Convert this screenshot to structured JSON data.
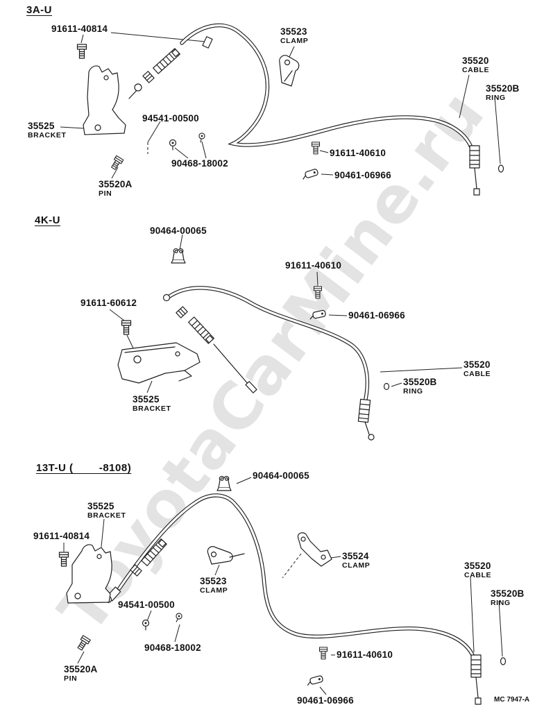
{
  "page": {
    "watermark": "ToyotaCarMine.ru",
    "footer_code": "MC 7947-A"
  },
  "sections": [
    {
      "header": "3A-U",
      "labels": [
        {
          "part_no": "91611-40814"
        },
        {
          "part_no": "35523",
          "part_name": "CLAMP"
        },
        {
          "part_no": "35520",
          "part_name": "CABLE"
        },
        {
          "part_no": "35520B",
          "part_name": "RING"
        },
        {
          "part_no": "94541-00500"
        },
        {
          "part_no": "35525",
          "part_name": "BRACKET"
        },
        {
          "part_no": "90468-18002"
        },
        {
          "part_no": "91611-40610"
        },
        {
          "part_no": "90461-06966"
        },
        {
          "part_no": "35520A",
          "part_name": "PIN"
        }
      ]
    },
    {
      "header": "4K-U",
      "labels": [
        {
          "part_no": "90464-00065"
        },
        {
          "part_no": "91611-40610"
        },
        {
          "part_no": "91611-60612"
        },
        {
          "part_no": "90461-06966"
        },
        {
          "part_no": "35520",
          "part_name": "CABLE"
        },
        {
          "part_no": "35520B",
          "part_name": "RING"
        },
        {
          "part_no": "35525",
          "part_name": "BRACKET"
        }
      ]
    },
    {
      "header": "13T-U (        -8108)",
      "labels": [
        {
          "part_no": "90464-00065"
        },
        {
          "part_no": "35525",
          "part_name": "BRACKET"
        },
        {
          "part_no": "91611-40814"
        },
        {
          "part_no": "35524",
          "part_name": "CLAMP"
        },
        {
          "part_no": "35523",
          "part_name": "CLAMP"
        },
        {
          "part_no": "35520",
          "part_name": "CABLE"
        },
        {
          "part_no": "35520B",
          "part_name": "RING"
        },
        {
          "part_no": "94541-00500"
        },
        {
          "part_no": "90468-18002"
        },
        {
          "part_no": "91611-40610"
        },
        {
          "part_no": "35520A",
          "part_name": "PIN"
        },
        {
          "part_no": "90461-06966"
        }
      ]
    }
  ]
}
